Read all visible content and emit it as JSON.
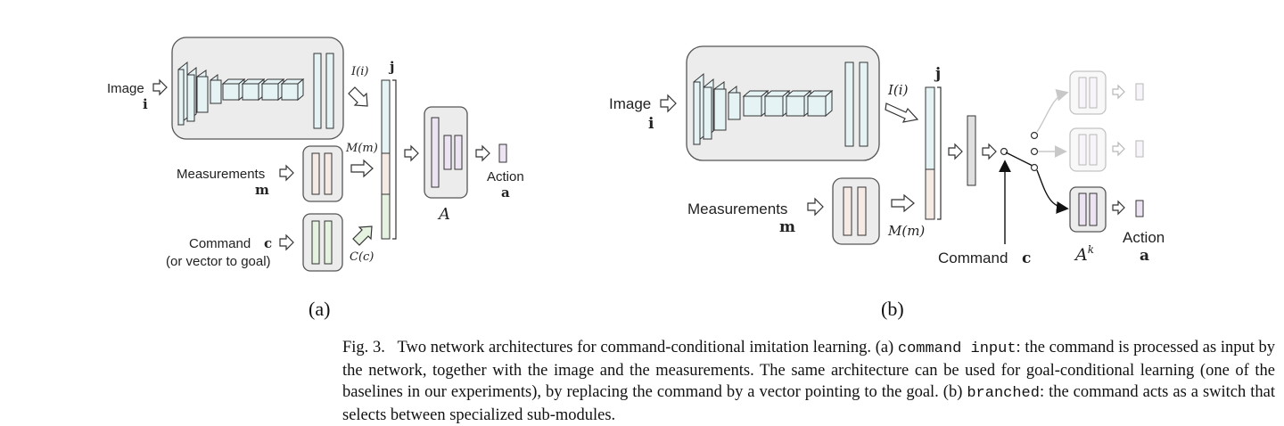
{
  "panel_a": {
    "image_label": "Image",
    "image_var": "i",
    "measurements_label": "Measurements",
    "measurements_var": "m",
    "command_label": "Command",
    "command_var": "c",
    "command_note": "(or vector to goal)",
    "i_func": "I(i)",
    "m_func": "M(m)",
    "c_func": "C(c)",
    "j_var": "j",
    "a_module": "A",
    "action_label": "Action",
    "action_var": "a",
    "sub_label": "(a)"
  },
  "panel_b": {
    "image_label": "Image",
    "image_var": "i",
    "measurements_label": "Measurements",
    "measurements_var": "m",
    "i_func": "I(i)",
    "m_func": "M(m)",
    "j_var": "j",
    "command_label": "Command",
    "command_var": "c",
    "ak_module": "A^k",
    "action_label": "Action",
    "action_var": "a",
    "sub_label": "(b)"
  },
  "caption": {
    "fig_label": "Fig. 3.",
    "text1": "Two network architectures for command-conditional imitation learning. (a) ",
    "mono1": "command input",
    "text2": ": the command is processed as input by the network, together with the image and the measurements. The same architecture can be used for goal-conditional learning (one of the baselines in our experiments), by replacing the command by a vector pointing to the goal. (b) ",
    "mono2": "branched",
    "text3": ": the command acts as a switch that selects between specialized sub-modules."
  },
  "colors": {
    "box_fill": "#ececec",
    "box_stroke": "#555555",
    "cnn_fill": "#e6f3f5",
    "meas_fill": "#f5ebe4",
    "cmd_fill": "#e6f2e0",
    "action_fill": "#ece4f2"
  }
}
